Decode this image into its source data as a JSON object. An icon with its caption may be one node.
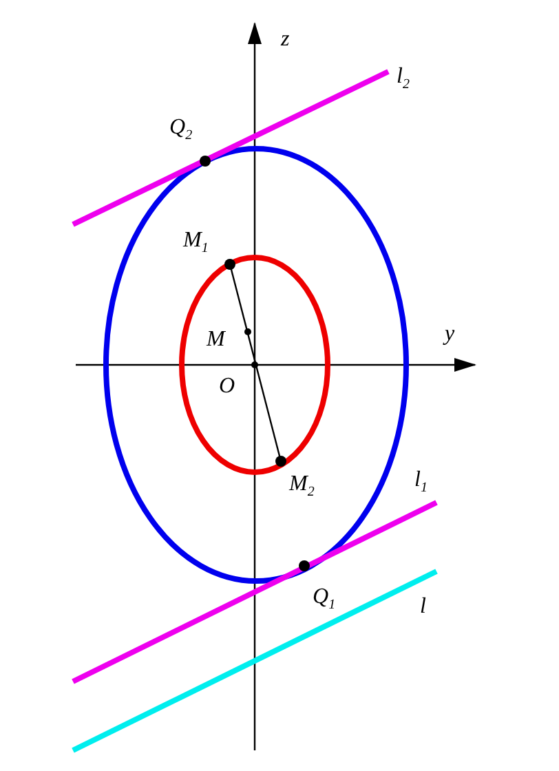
{
  "diagram": {
    "labels": [
      "z",
      "l$_{2}$",
      "Q$_{2}$",
      "M$_{1}$",
      "y",
      "M",
      "O",
      "M$_{2}$",
      "l$_{1}$",
      "Q$_{1}$",
      "l"
    ]
  }
}
